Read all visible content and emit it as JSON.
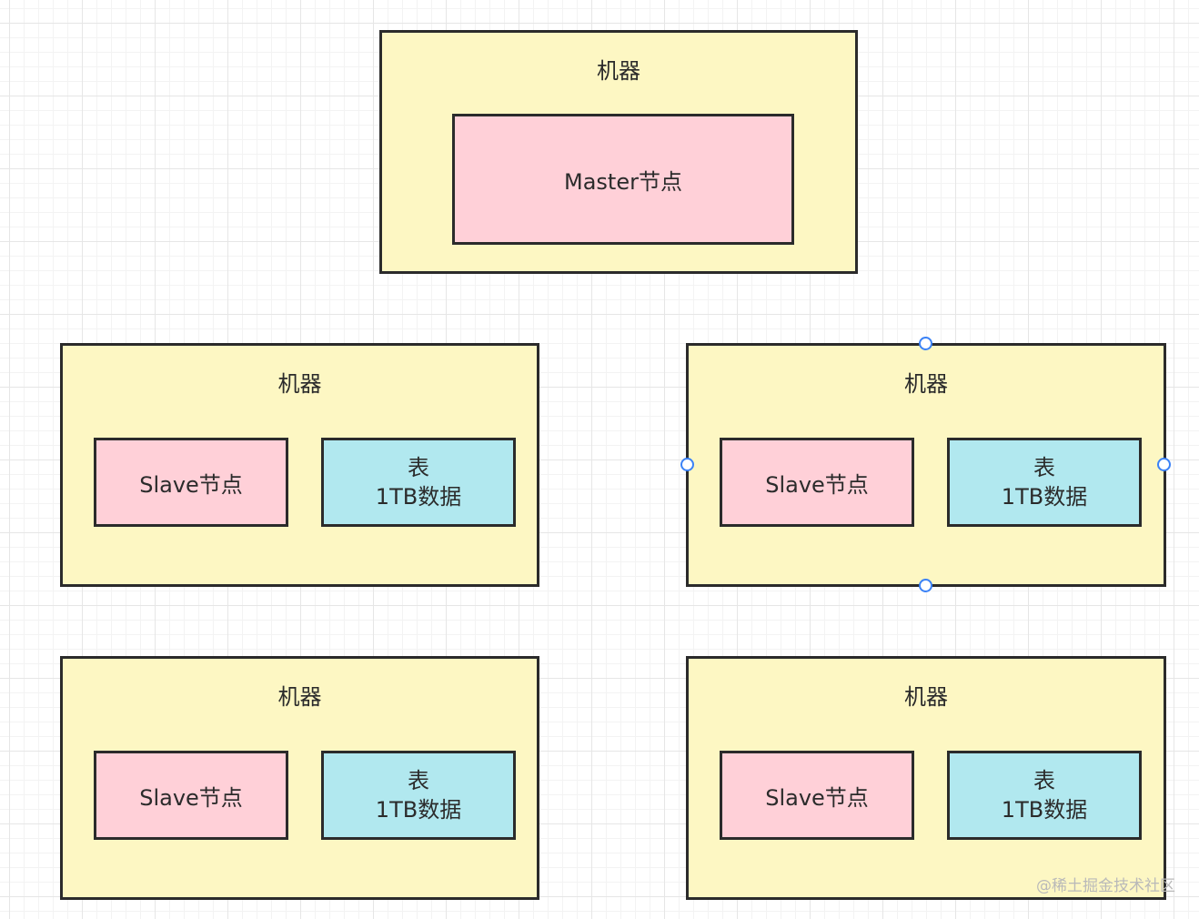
{
  "master": {
    "machine_label": "机器",
    "node_label": "Master节点"
  },
  "slaves": [
    {
      "machine_label": "机器",
      "node_label": "Slave节点",
      "table_title": "表",
      "table_data": "1TB数据"
    },
    {
      "machine_label": "机器",
      "node_label": "Slave节点",
      "table_title": "表",
      "table_data": "1TB数据"
    },
    {
      "machine_label": "机器",
      "node_label": "Slave节点",
      "table_title": "表",
      "table_data": "1TB数据"
    },
    {
      "machine_label": "机器",
      "node_label": "Slave节点",
      "table_title": "表",
      "table_data": "1TB数据"
    }
  ],
  "watermark": "@稀土掘金技术社区",
  "colors": {
    "machine_fill": "#fdf7c3",
    "node_fill": "#ffd0d8",
    "table_fill": "#b1e8ef",
    "border": "#2b2b2b",
    "selection_handle": "#3b82f6"
  }
}
